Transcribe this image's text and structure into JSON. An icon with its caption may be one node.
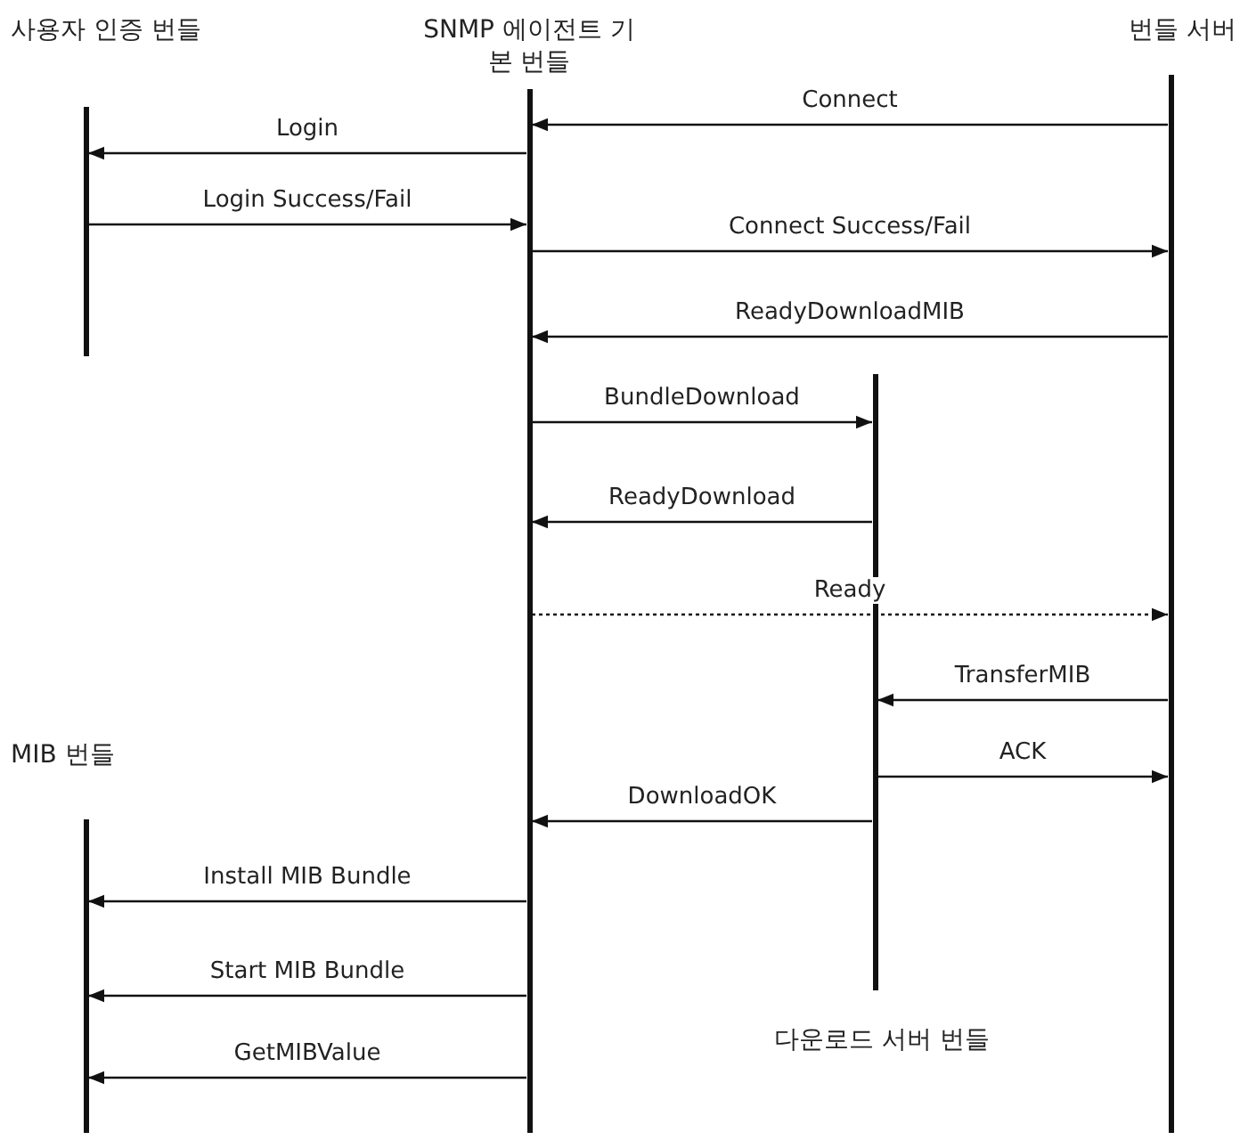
{
  "diagram": {
    "nodes": [
      {
        "text": [
          "사용자 인증 번들"
        ]
      },
      {
        "text": [
          "SNMP 에이전트 기본 번들"
        ]
      },
      {
        "text": [
          "번들 서버"
        ]
      },
      {
        "text": [
          "다운로드 서버 번들"
        ]
      },
      {
        "text": [
          "MIB 번들"
        ]
      }
    ],
    "edges": [
      {
        "from": 2,
        "to": 1,
        "arrow": "to",
        "label": "Connect"
      },
      {
        "from": 1,
        "to": 0,
        "arrow": "to",
        "label": "Login"
      },
      {
        "from": 0,
        "to": 1,
        "arrow": "to",
        "label": "Login Success/Fail"
      },
      {
        "from": 1,
        "to": 2,
        "arrow": "to",
        "label": "Connect Success/Fail"
      },
      {
        "from": 2,
        "to": 1,
        "arrow": "to",
        "label": "ReadyDownloadMIB"
      },
      {
        "from": 1,
        "to": 3,
        "arrow": "to",
        "label": "BundleDownload"
      },
      {
        "from": 3,
        "to": 1,
        "arrow": "to",
        "label": "ReadyDownload"
      },
      {
        "from": 1,
        "to": 2,
        "arrow": "to",
        "label": "Ready",
        "style": "dashed"
      },
      {
        "from": 2,
        "to": 3,
        "arrow": "to",
        "label": "TransferMIB"
      },
      {
        "from": 3,
        "to": 2,
        "arrow": "to",
        "label": "ACK"
      },
      {
        "from": 3,
        "to": 1,
        "arrow": "to",
        "label": "DownloadOK"
      },
      {
        "from": 1,
        "to": 4,
        "arrow": "to",
        "label": "Install MIB Bundle"
      },
      {
        "from": 1,
        "to": 4,
        "arrow": "to",
        "label": "Start MIB Bundle"
      },
      {
        "from": 1,
        "to": 4,
        "arrow": "to",
        "label": "GetMIBValue"
      }
    ]
  }
}
